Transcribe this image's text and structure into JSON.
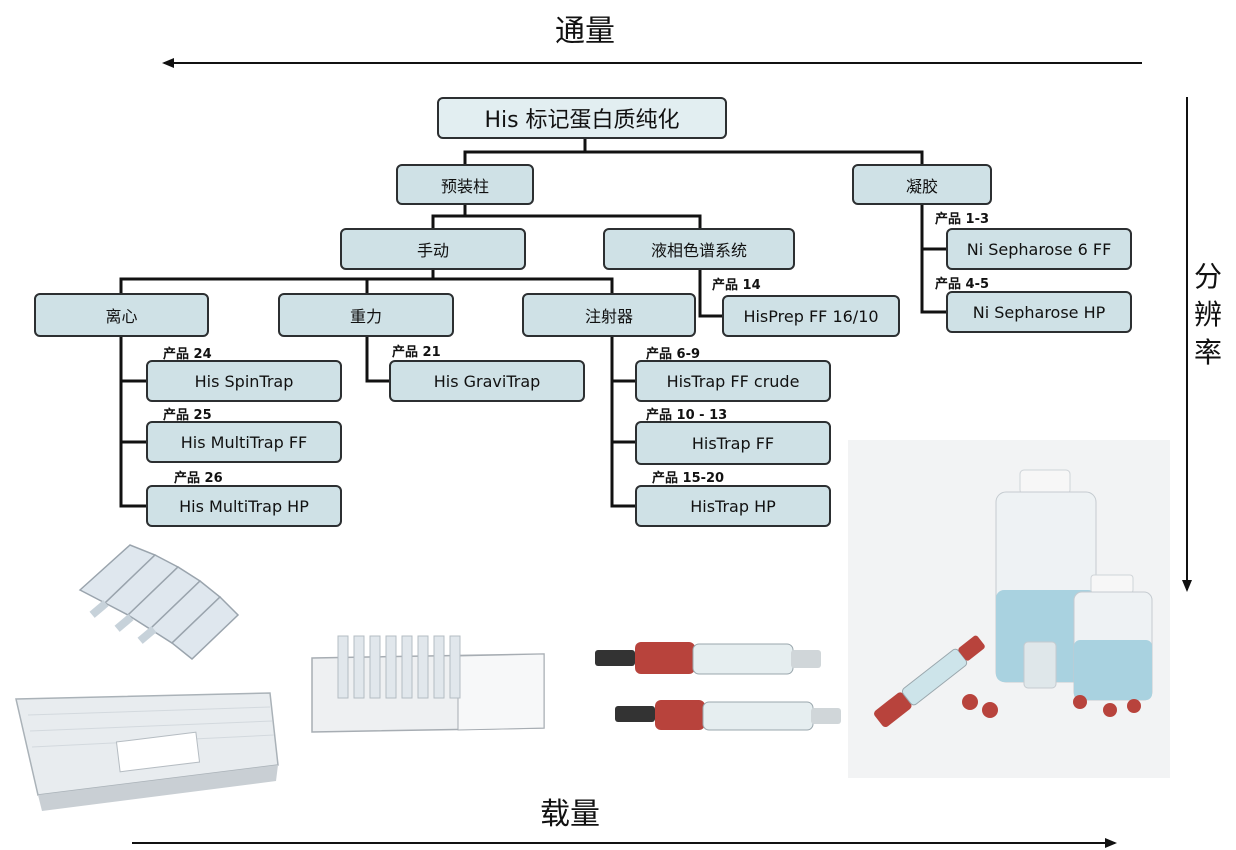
{
  "axes": {
    "top": "通量",
    "right": "分辨率",
    "bottom": "载量"
  },
  "tree": {
    "root": "His 标记蛋白质纯化",
    "prepacked": "预装柱",
    "gel": "凝胶",
    "manual": "手动",
    "lc_system": "液相色谱系统",
    "centrifuge": "离心",
    "gravity": "重力",
    "syringe": "注射器",
    "his_spintrap": "His SpinTrap",
    "his_multitrap_ff": "His MultiTrap FF",
    "his_multitrap_hp": "His MultiTrap HP",
    "his_gravitrap": "His GraviTrap",
    "histrap_ff_crude": "HisTrap FF crude",
    "histrap_ff": "HisTrap FF",
    "histrap_hp": "HisTrap HP",
    "hisprep_ff": "HisPrep FF 16/10",
    "ni_sepharose_6ff": "Ni Sepharose 6 FF",
    "ni_sepharose_hp": "Ni Sepharose HP"
  },
  "product_labels": {
    "p24": "产品 24",
    "p25": "产品 25",
    "p26": "产品 26",
    "p21": "产品 21",
    "p6_9": "产品 6-9",
    "p10_13": "产品 10 - 13",
    "p15_20": "产品 15-20",
    "p14": "产品 14",
    "p1_3": "产品 1-3",
    "p4_5": "产品 4-5"
  },
  "colors": {
    "box_fill": "#cfe1e6",
    "box_border": "#2c2f31",
    "line": "#111111"
  }
}
